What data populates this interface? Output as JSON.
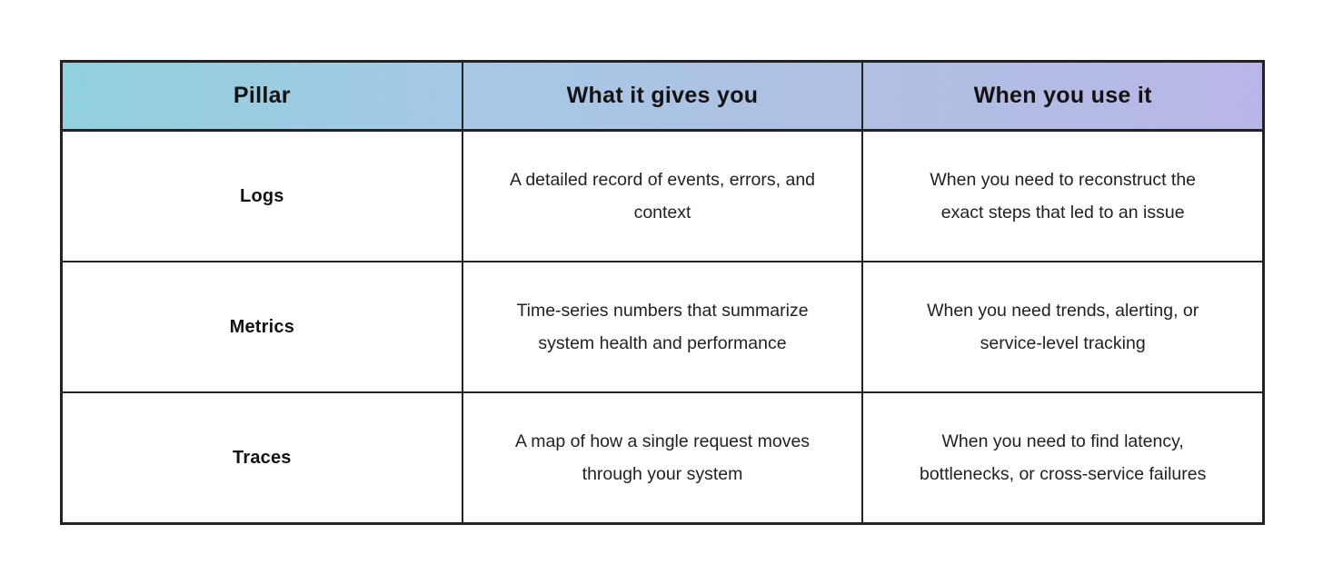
{
  "table": {
    "headers": [
      "Pillar",
      "What it gives you",
      "When you use it"
    ],
    "rows": [
      {
        "pillar": "Logs",
        "gives": "A detailed record of events, errors, and context",
        "use": "When you need to reconstruct the exact steps that led to an issue"
      },
      {
        "pillar": "Metrics",
        "gives": "Time-series numbers that summarize system health and performance",
        "use": "When you need trends, alerting, or service-level tracking"
      },
      {
        "pillar": "Traces",
        "gives": "A map of how a single request moves through your system",
        "use": "When you need to find latency, bottlenecks, or cross-service failures"
      }
    ]
  },
  "colors": {
    "bg": "#ffffff",
    "border": "#222222",
    "grad-start": "#8ed1e1",
    "grad-mid1": "#a6c8e8",
    "grad-mid2": "#afc0e4",
    "grad-end": "#b9b6ea",
    "header-text": "#121212",
    "body-text": "#222222"
  }
}
